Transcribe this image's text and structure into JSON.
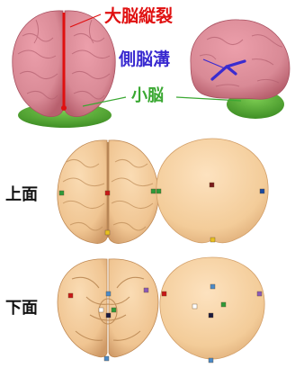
{
  "labels": {
    "longitudinal_fissure": "大脳縦裂",
    "lateral_sulcus": "側脳溝",
    "cerebellum": "小脳",
    "top_view": "上面",
    "bottom_view": "下面"
  },
  "colors": {
    "longitudinal_fissure": "#e01010",
    "lateral_sulcus": "#3a2bd0",
    "cerebellum": "#3aa832",
    "brain_pink": "#d98a96",
    "brain_pink_shadow": "#b8606e",
    "cerebellum_green": "#5cb23a",
    "brain_tan": "#f2c99a",
    "brain_tan_shadow": "#d9a877",
    "smooth_tan": "#f4cf9c",
    "smooth_tan_shadow": "#e6b57e"
  },
  "landmark_colors": [
    "#c81818",
    "#2e9a3a",
    "#1a4aa0",
    "#e8c020",
    "#7a1a1a",
    "#4a8ac8",
    "#8a5ab8",
    "#ffffff",
    "#1a1a40"
  ]
}
